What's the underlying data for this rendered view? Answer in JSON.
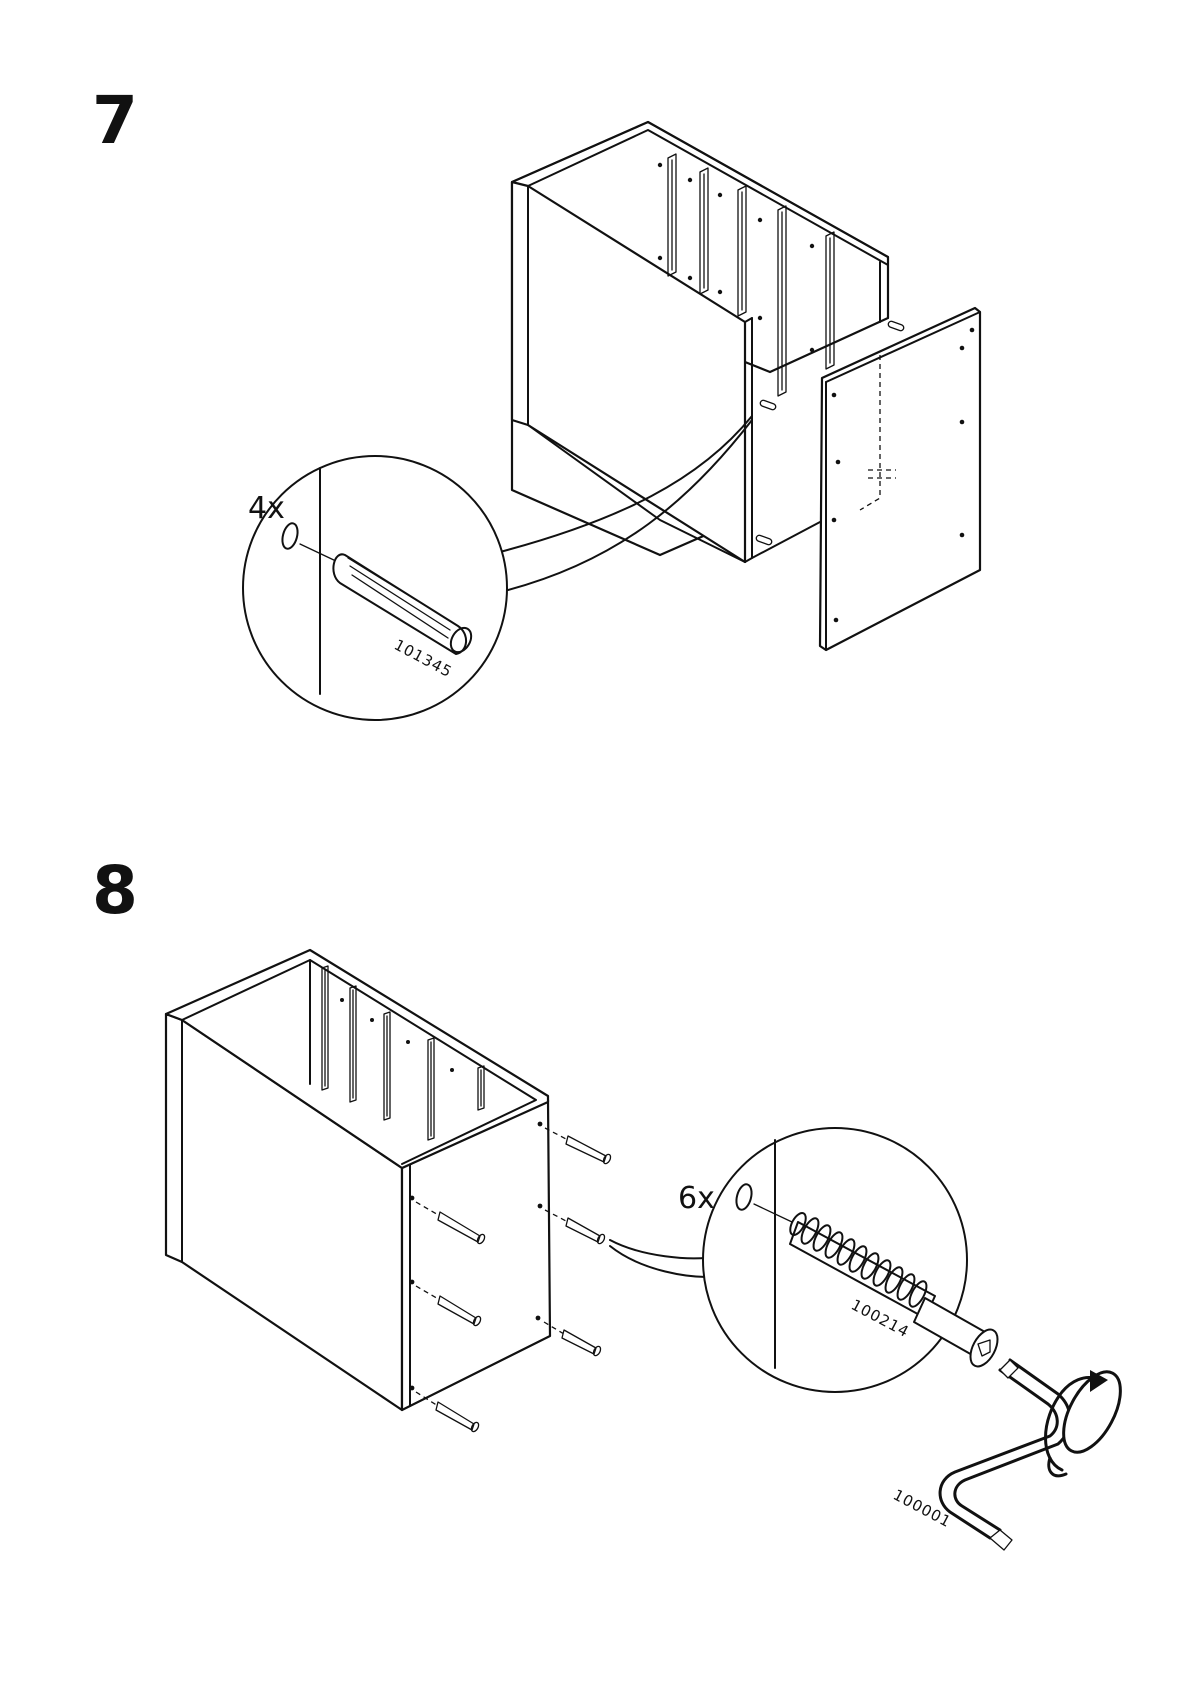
{
  "steps": [
    {
      "number": "7",
      "callout": {
        "quantity": "4x",
        "part_number": "101345",
        "part": "wooden-dowel"
      }
    },
    {
      "number": "8",
      "callout": {
        "quantity": "6x",
        "part_number": "100214",
        "part": "cam-screw"
      },
      "tool": {
        "part_number": "100001",
        "part": "allen-key"
      }
    }
  ],
  "colors": {
    "ink": "#111111",
    "paper": "#ffffff"
  }
}
